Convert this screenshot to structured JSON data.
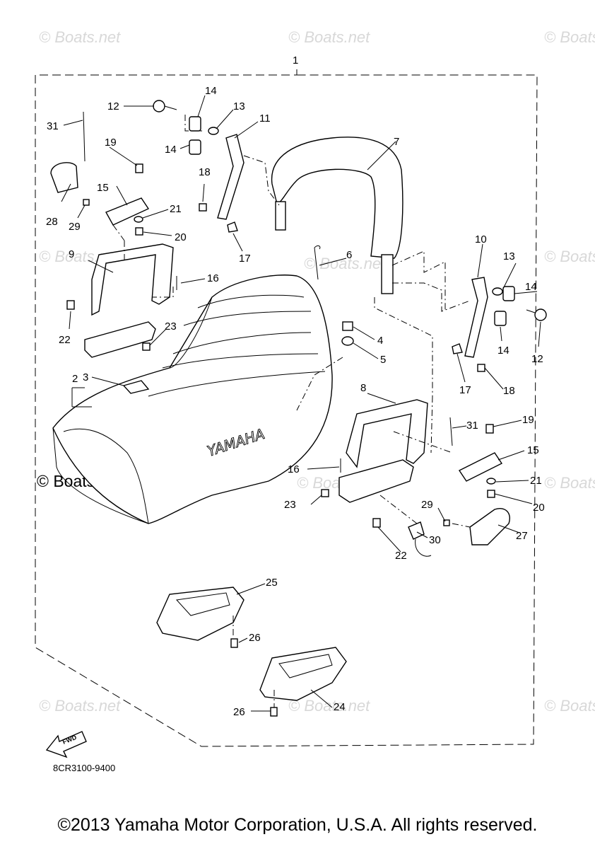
{
  "watermark": "Boats.net",
  "watermark_main": "Boats.net",
  "assembly_label": "1",
  "callouts": [
    "2",
    "3",
    "4",
    "5",
    "6",
    "7",
    "8",
    "9",
    "10",
    "11",
    "12",
    "12",
    "13",
    "13",
    "14",
    "14",
    "14",
    "14",
    "15",
    "15",
    "16",
    "16",
    "17",
    "17",
    "18",
    "18",
    "19",
    "19",
    "20",
    "20",
    "21",
    "21",
    "22",
    "22",
    "23",
    "23",
    "24",
    "25",
    "26",
    "26",
    "27",
    "28",
    "29",
    "29",
    "30",
    "31",
    "31"
  ],
  "seat_brand": "YAMAHA",
  "fwd_label": "FWD",
  "diagram_code": "8CR3100-9400",
  "copyright": "©2013 Yamaha Motor Corporation, U.S.A. All rights reserved."
}
